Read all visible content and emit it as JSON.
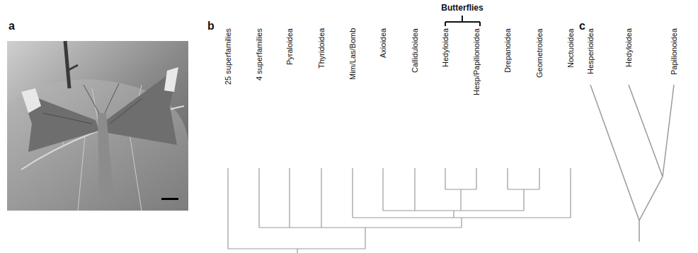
{
  "diagram": {
    "labels": [
      "a",
      "b",
      "Butterflies",
      "c",
      "25 superfamilies",
      "4 superfamilies",
      "Pyraloidea",
      "Thyridoidea",
      "Mim/Las/Bomb",
      "Axioidea",
      "Calliduloidea",
      "Hedyloidea",
      "Hesp/Papilionoidea",
      "Drepanoidea",
      "Geometroidea",
      "Noctuoidea",
      "Hesperioidea",
      "Hedyloidea",
      "Papilionoidea"
    ]
  }
}
